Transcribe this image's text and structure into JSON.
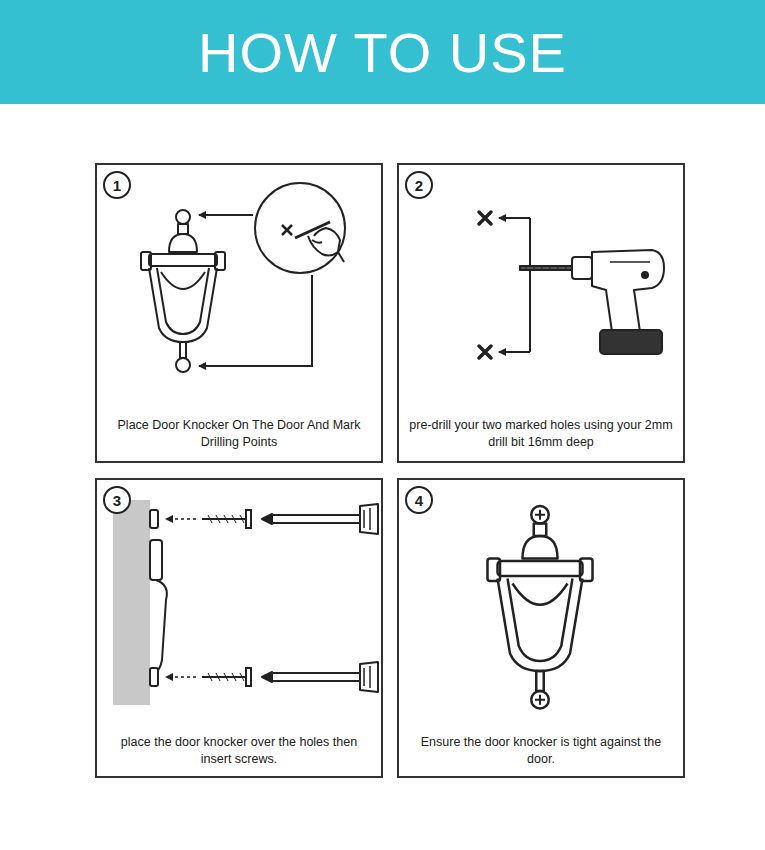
{
  "diagram": {
    "title": "HOW TO USE",
    "nodes": [
      {
        "text": [
          "Place Door Knocker On The Door And Mark Drilling Points"
        ]
      },
      {
        "text": [
          "1"
        ],
        "in": 0
      },
      {
        "text": [
          "pre-drill your two marked holes using your 2mm drill bit 16mm deep"
        ]
      },
      {
        "text": [
          "2"
        ],
        "in": 2
      },
      {
        "text": [
          "place the door knocker over the holes then insert screws."
        ]
      },
      {
        "text": [
          "3"
        ],
        "in": 4
      },
      {
        "text": [
          "Ensure the door knocker is tight against the door."
        ]
      },
      {
        "text": [
          "4"
        ],
        "in": 6
      }
    ]
  }
}
